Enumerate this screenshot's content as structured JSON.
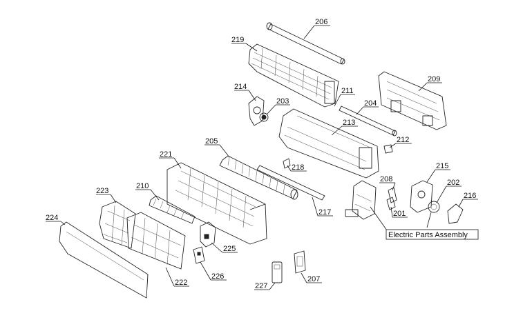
{
  "diagram": {
    "callouts": [
      "206",
      "219",
      "209",
      "214",
      "203",
      "211",
      "204",
      "213",
      "212",
      "205",
      "221",
      "218",
      "210",
      "223",
      "215",
      "208",
      "202",
      "216",
      "224",
      "201",
      "217",
      "225",
      "226",
      "222",
      "227",
      "207"
    ],
    "assembly_label": "Electric Parts Assembly"
  }
}
